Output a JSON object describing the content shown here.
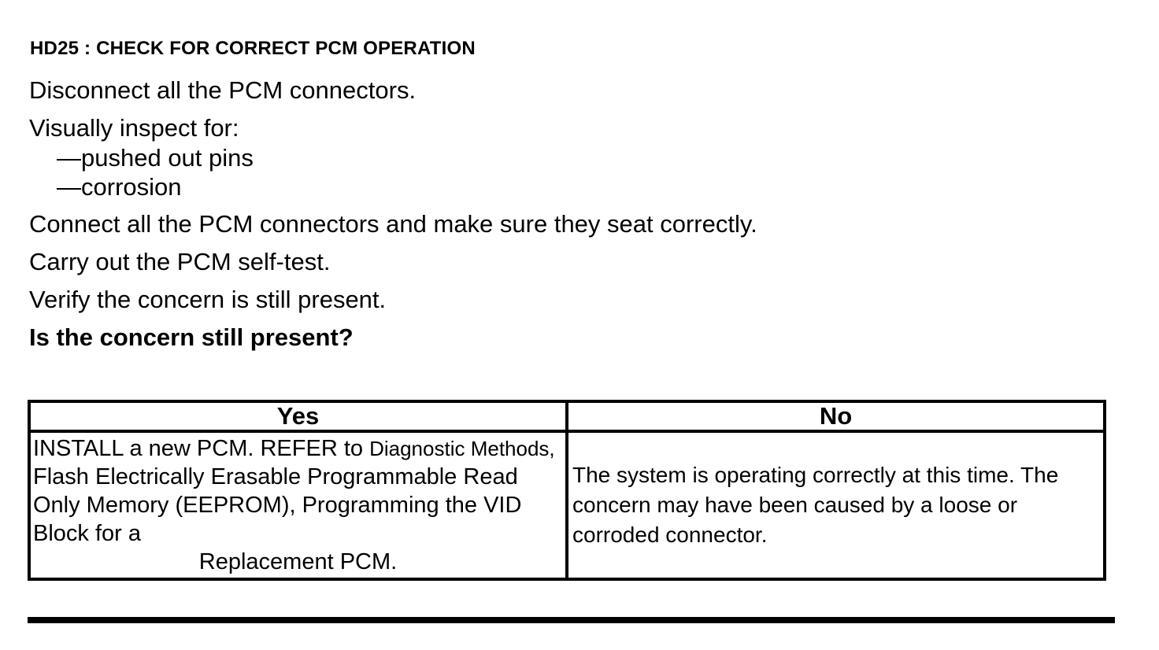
{
  "procedure": {
    "title": "HD25 : CHECK FOR CORRECT PCM OPERATION",
    "steps": [
      "Disconnect all the PCM connectors.",
      "Visually inspect for:",
      "Connect all the PCM connectors and make sure they seat correctly.",
      "Carry out the PCM self-test.",
      "Verify the concern is still present."
    ],
    "inspect_items": [
      "—pushed out pins",
      "—corrosion"
    ],
    "question": "Is the concern still present?"
  },
  "decision_table": {
    "yes_header": "Yes",
    "no_header": "No",
    "yes": {
      "text_before_link": "INSTALL a new PCM. REFER to ",
      "link": "Diagnostic Methods,",
      "text_after_link": " Flash Electrically Erasable Programmable Read Only Memory (EEPROM), Programming the VID Block for a",
      "last_line": "Replacement PCM."
    },
    "no_text": "The system is operating correctly at this time. The concern may have been caused by a loose or corroded connector."
  },
  "colors": {
    "text": "#000000",
    "background": "#ffffff",
    "border": "#000000"
  }
}
